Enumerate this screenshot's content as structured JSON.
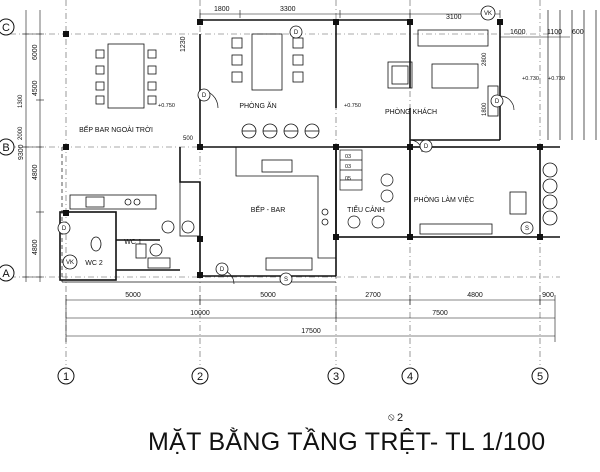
{
  "plan": {
    "title": "MẶT BẰNG TẦNG TRỆT- TL 1/100",
    "section_marker": "2",
    "grid": {
      "rows": [
        "C",
        "B",
        "A"
      ],
      "cols": [
        "1",
        "2",
        "3",
        "4",
        "5"
      ]
    },
    "rooms": {
      "bep_bar_ngoai_troi": "BẾP BAR NGOÀI TRỜI",
      "phong_an": "PHÒNG ĂN",
      "phong_khach": "PHÒNG KHÁCH",
      "bep_bar": "BẾP - BAR",
      "tieu_canh": "TIỂU CẢNH",
      "phong_lam_viec": "PHÒNG LÀM VIỆC",
      "wc1": "WC 1",
      "wc2": "WC 2"
    },
    "dims_top": [
      "1800",
      "3300",
      "3100",
      "1600",
      "1100",
      "600"
    ],
    "dims_left": [
      "6000",
      "4500",
      "1230",
      "9300",
      "4800",
      "4800"
    ],
    "dims_bottom_1": [
      "5000",
      "5000",
      "2700",
      "4800",
      "900"
    ],
    "dims_bottom_2": [
      "10000",
      "7500"
    ],
    "dims_total": "17500",
    "dims_misc": [
      "500",
      "2800",
      "1800",
      "1300",
      "2000"
    ],
    "levels": [
      "+0.750",
      "+0.750",
      "+0.730",
      "+0.730"
    ],
    "stair_steps": [
      "03",
      "03",
      "05"
    ],
    "tags": {
      "d": "D",
      "s": "S",
      "vk": "VK"
    }
  }
}
